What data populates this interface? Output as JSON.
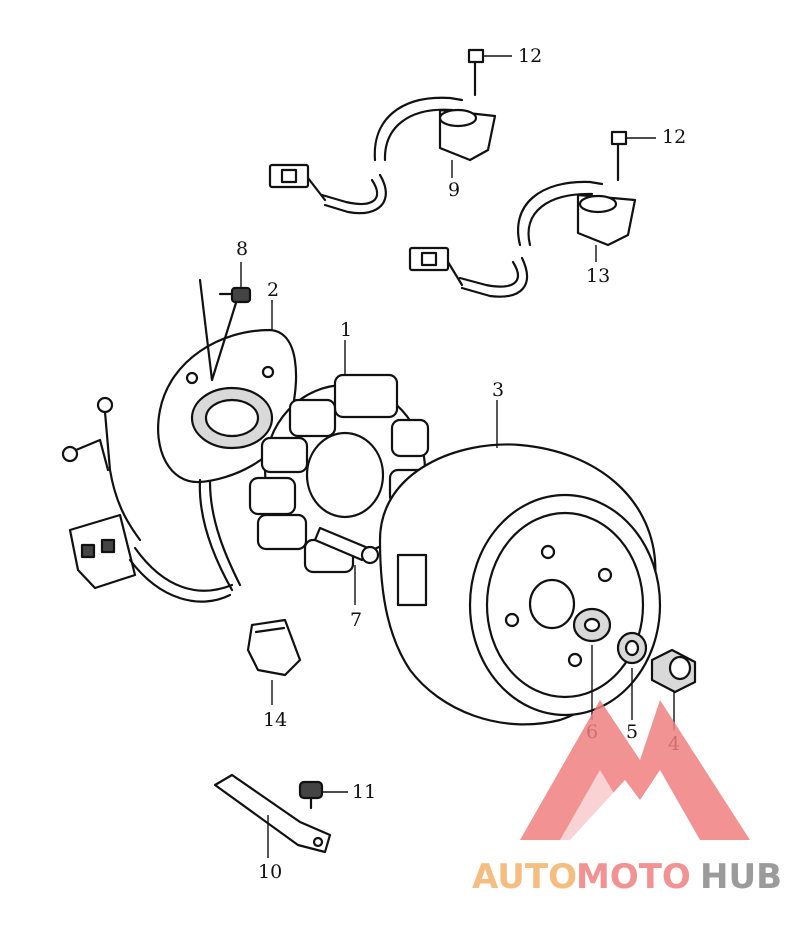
{
  "callouts": {
    "c1": "1",
    "c2": "2",
    "c3": "3",
    "c4": "4",
    "c5": "5",
    "c6": "6",
    "c7": "7",
    "c8": "8",
    "c9": "9",
    "c10": "10",
    "c11": "11",
    "c12a": "12",
    "c12b": "12",
    "c13": "13",
    "c14": "14"
  },
  "watermark": {
    "text_part1": "AUTO",
    "text_part2": "MOTO",
    "text_part3": "HUB",
    "color_orange": "#f5b26b",
    "color_red": "#f08080",
    "color_gray": "#8a8a8a"
  }
}
